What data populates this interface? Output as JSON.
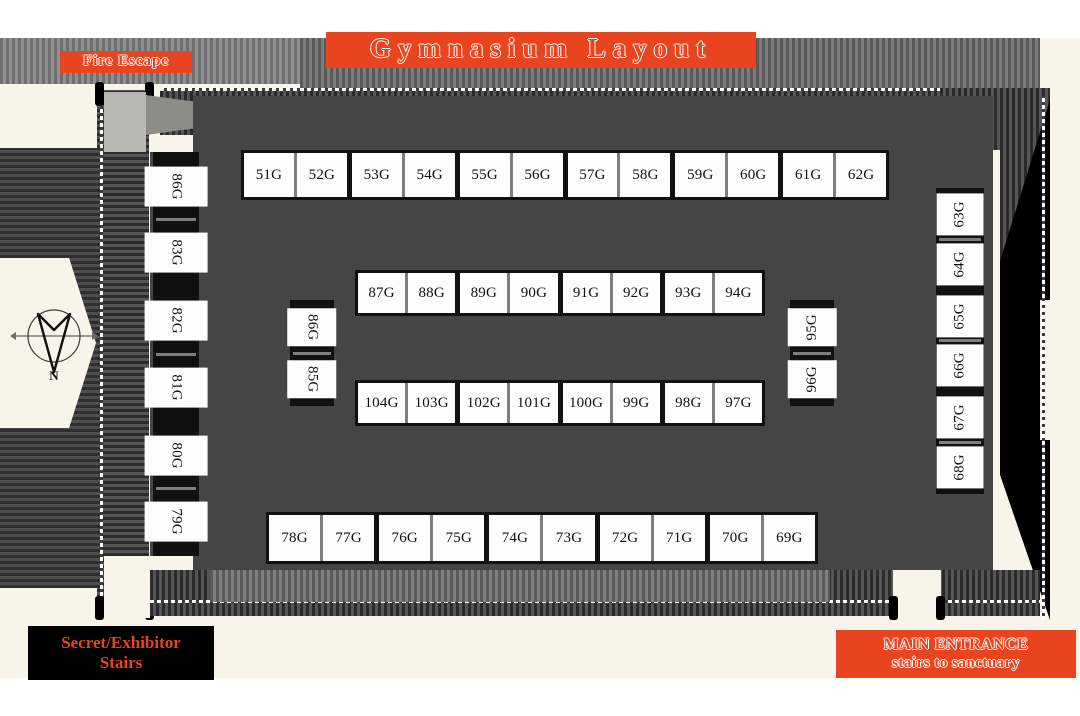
{
  "title": "Gymnasium Layout",
  "labels": {
    "fire_escape": "Fire Escape",
    "main_entrance_line1": "MAIN ENTRANCE",
    "main_entrance_line2": "stairs to sanctuary",
    "secret_stairs_line1": "Secret/Exhibitor",
    "secret_stairs_line2": "Stairs"
  },
  "compass": {
    "north_letter": "N"
  },
  "colors": {
    "accent": "#e8441f",
    "floor": "#454545",
    "paper": "#f7f4e9",
    "booth_fill": "#fdfdfb",
    "booth_border": "#111111"
  },
  "booths": {
    "top_row": [
      "51G",
      "52G",
      "53G",
      "54G",
      "55G",
      "56G",
      "57G",
      "58G",
      "59G",
      "60G",
      "61G",
      "62G"
    ],
    "bottom_row": [
      "78G",
      "77G",
      "76G",
      "75G",
      "74G",
      "73G",
      "72G",
      "71G",
      "70G",
      "69G"
    ],
    "left_column": [
      "86G",
      "83G",
      "82G",
      "81G",
      "80G",
      "79G"
    ],
    "right_column": [
      "63G",
      "64G",
      "65G",
      "66G",
      "67G",
      "68G"
    ],
    "center_upper_row": [
      "87G",
      "88G",
      "89G",
      "90G",
      "91G",
      "92G",
      "93G",
      "94G"
    ],
    "center_lower_row": [
      "104G",
      "103G",
      "102G",
      "101G",
      "100G",
      "99G",
      "98G",
      "97G"
    ],
    "center_left_pair": [
      "86G",
      "85G"
    ],
    "center_right_pair": [
      "95G",
      "96G"
    ]
  }
}
